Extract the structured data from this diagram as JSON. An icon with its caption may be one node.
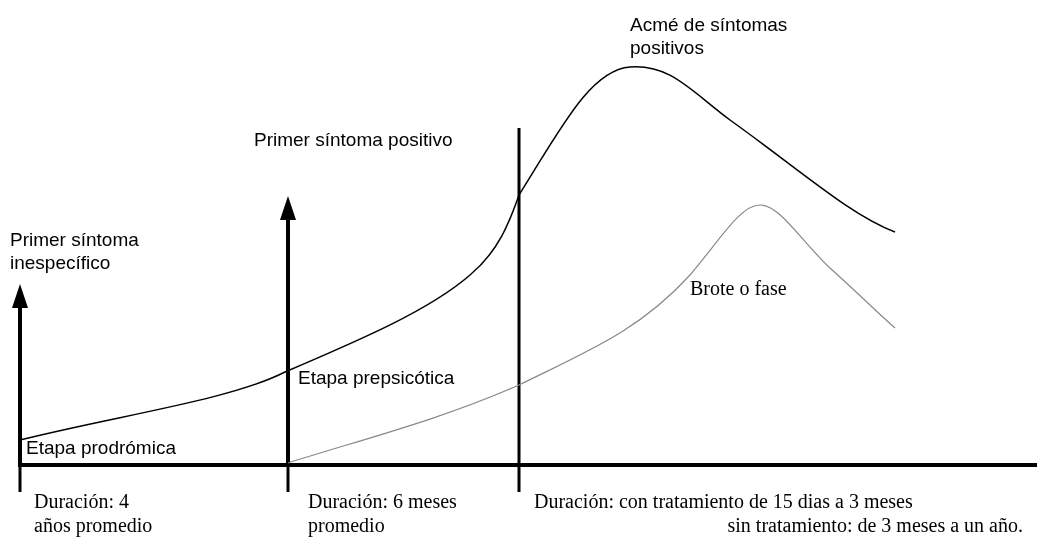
{
  "diagram": {
    "labels": [
      "Acmé de síntomas positivos",
      "Primer síntoma positivo",
      "Primer síntoma inespecífico",
      "Brote o fase",
      "Etapa prepsicótica",
      "Etapa prodrómica",
      "Duración: 4 años promedio",
      "Duración: 6 meses promedio",
      "Duración: con tratamiento de 15 dias a 3 meses",
      "sin tratamiento: de 3 meses a un año."
    ]
  }
}
